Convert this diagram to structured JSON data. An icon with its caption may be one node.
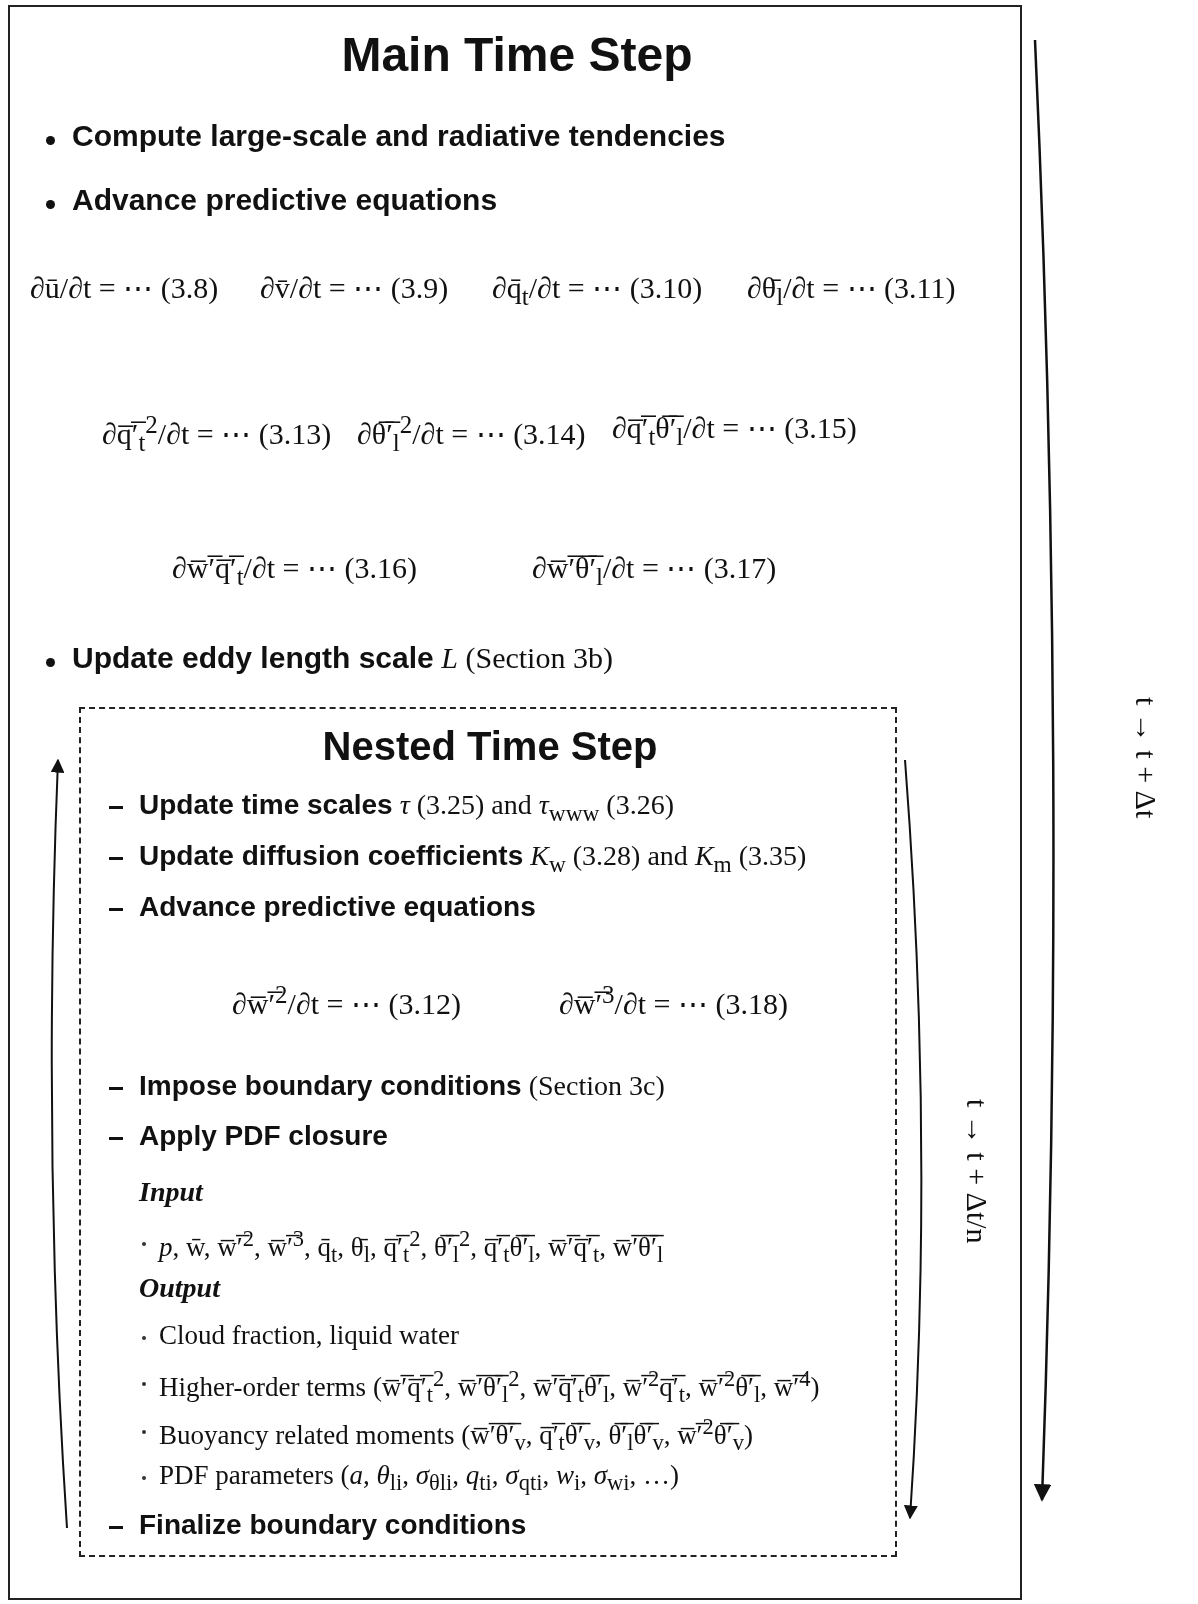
{
  "diagram": {
    "nodes": [
      {
        "text": [
          "Main Time Step",
          "Compute large-scale and radiative tendencies",
          "Advance predictive equations",
          "∂ū/∂t = ⋯ (3.8)",
          "∂v̄/∂t = ⋯ (3.9)",
          "∂q̄$_{t}$/∂t = ⋯ (3.10)",
          "∂θ̄$_{l}$/∂t = ⋯ (3.11)",
          "∂q̅′̅$_{t}$$^{2}$/∂t = ⋯ (3.13)",
          "∂θ̅′̅$_{l}$$^{2}$/∂t = ⋯ (3.14)",
          "∂q̅′̅$_{t}$θ̅′̅$_{l}$/∂t = ⋯ (3.15)",
          "∂w̅′̅q̅′̅$_{t}$/∂t = ⋯ (3.16)",
          "∂w̅′̅θ̅′̅$_{l}$/∂t = ⋯ (3.17)",
          "**Update eddy length scale** *L* (Section 3b)"
        ],
        "beside": [
          "t → t + Δt"
        ]
      },
      {
        "text": [
          "Nested Time Step",
          "**Update time scales** *τ* (3.25) and *τ*$_{www}$ (3.26)",
          "**Update diffusion coefficients** *K*$_{w}$ (3.28) and *K*$_{m}$ (3.35)",
          "Advance predictive equations",
          "∂w̅′̅$^{2}$/∂t = ⋯ (3.12)",
          "∂w̅′̅$^{3}$/∂t = ⋯ (3.18)",
          "**Impose boundary conditions** (Section 3c)",
          "Apply PDF closure",
          "Input",
          "*p*, w̄, w̅′̅$^{2}$, w̅′̅$^{3}$, q̄$_{t}$, θ̄$_{l}$, q̅′̅$_{t}$$^{2}$, θ̅′̅$_{l}$$^{2}$, q̅′̅$_{t}$θ̅′̅$_{l}$, w̅′̅q̅′̅$_{t}$, w̅′̅θ̅′̅$_{l}$",
          "Output",
          "Cloud fraction, liquid water",
          "Higher-order terms (w̅′̅q̅′̅$_{t}$$^{2}$, w̅′̅θ̅′̅$_{l}$$^{2}$, w̅′̅q̅′̅$_{t}$θ̅′̅$_{l}$, w̅′̅$^{2}$q̅′̅$_{t}$, w̅′̅$^{2}$θ̅′̅$_{l}$, w̅′̅$^{4}$)",
          "Buoyancy related moments (w̅′̅θ̅′̅$_{v}$, q̅′̅$_{t}$θ̅′̅$_{v}$, θ̅′̅$_{l}$θ̅′̅$_{v}$, w̅′̅$^{2}$θ̅′̅$_{v}$)",
          "PDF parameters (*a*, *θ*$_{li}$, *σ*$_{θli}$, *q*$_{ti}$, *σ*$_{qti}$, *w*$_{i}$, *σ*$_{wi}$, …)",
          "Finalize boundary conditions"
        ],
        "in": 0,
        "beside": [
          "t → t + Δt/n"
        ]
      }
    ]
  }
}
